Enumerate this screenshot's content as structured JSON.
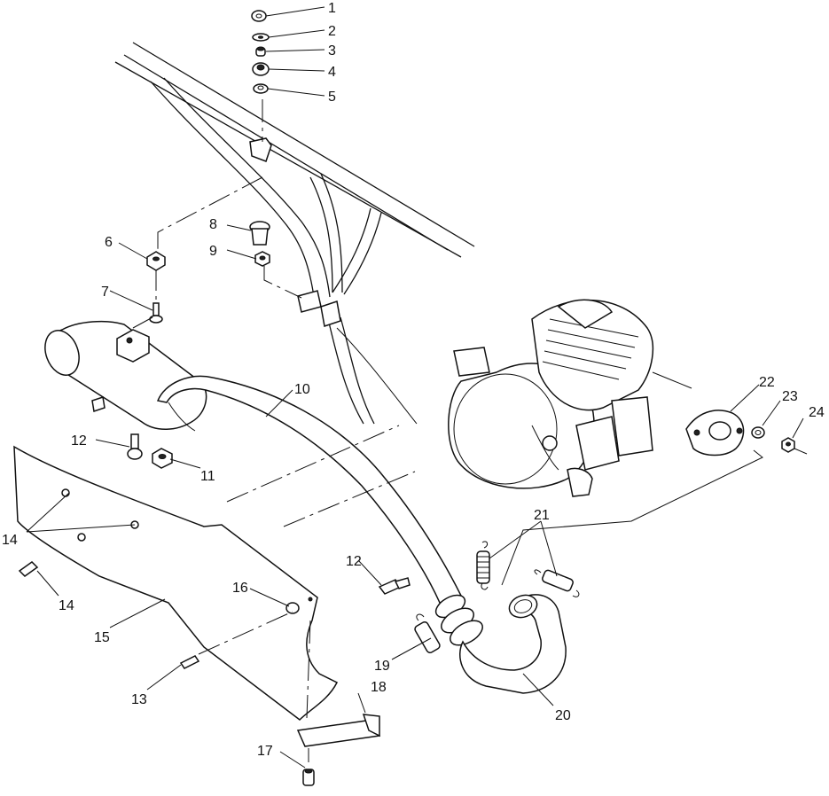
{
  "callouts": {
    "c1": "1",
    "c2": "2",
    "c3": "3",
    "c4": "4",
    "c5": "5",
    "c6": "6",
    "c7": "7",
    "c8": "8",
    "c9": "9",
    "c10": "10",
    "c11": "11",
    "c12a": "12",
    "c12b": "12",
    "c13": "13",
    "c14a": "14",
    "c14b": "14",
    "c15": "15",
    "c16": "16",
    "c17": "17",
    "c18": "18",
    "c19": "19",
    "c20": "20",
    "c21": "21",
    "c22": "22",
    "c23": "23",
    "c24": "24"
  },
  "colors": {
    "ink": "#111111",
    "paper": "#ffffff"
  }
}
